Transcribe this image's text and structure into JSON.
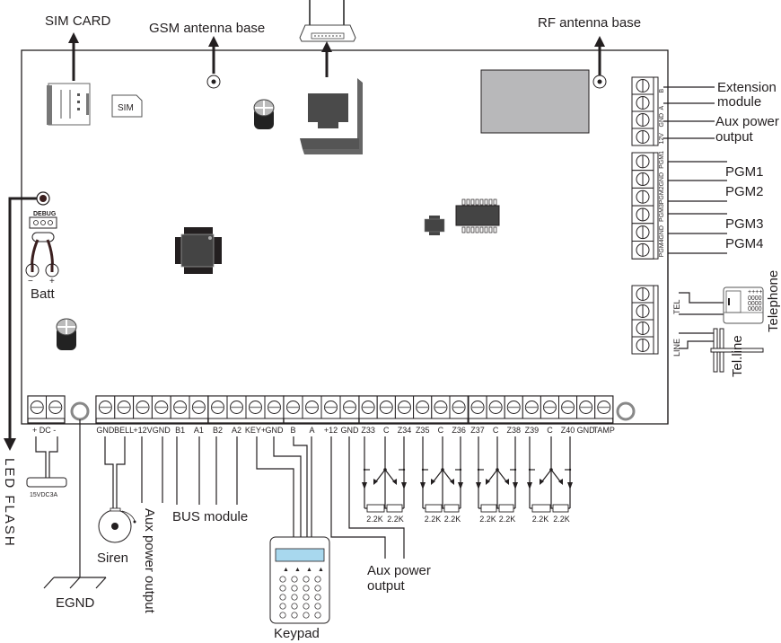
{
  "top_labels": {
    "sim_card": "SIM CARD",
    "gsm_antenna": "GSM antenna base",
    "rf_antenna": "RF antenna base"
  },
  "board": {
    "sim_tray_label": "SIM",
    "debug_label": "DEBUG",
    "batt_label": "Batt",
    "batt_minus": "−",
    "batt_plus": "+",
    "led_flash_label": "LED FLASH"
  },
  "right_terminals": {
    "top_block": [
      "B",
      "A",
      "GND",
      "12V"
    ],
    "pgm_block": [
      "PGM1",
      "GND",
      "PGM2",
      "PGM3",
      "GND",
      "PGM4"
    ],
    "tel_block_labels": [
      "TEL",
      "LINE"
    ]
  },
  "right_labels": {
    "extension_module": [
      "Extension",
      "module"
    ],
    "aux_power": [
      "Aux power",
      "output"
    ],
    "pgm": [
      "PGM1",
      "PGM2",
      "PGM3",
      "PGM4"
    ],
    "telephone": "Telephone",
    "tel_line": "Tel.line"
  },
  "bottom_terminals": {
    "dc_block": "+ DC -",
    "block1": [
      "GND",
      "BELL",
      "+12V",
      "GND",
      "B1",
      "A1"
    ],
    "block2": [
      "B2",
      "A2",
      "KEY+",
      "GND"
    ],
    "block3": [
      "B",
      "A",
      "+12",
      "GND"
    ],
    "block4": [
      "Z33",
      "C",
      "Z34",
      "Z35",
      "C",
      "Z36"
    ],
    "block5": [
      "Z37",
      "C",
      "Z38",
      "Z39",
      "C",
      "Z40",
      "GND",
      "TAMP"
    ]
  },
  "bottom_labels": {
    "power_supply": "15VDC3A",
    "egnd": "EGND",
    "siren": "Siren",
    "aux_power_vertical": "Aux power output",
    "bus_module": "BUS module",
    "keypad": "Keypad",
    "aux_power_bottom": [
      "Aux power",
      "output"
    ],
    "resistor_value": "2.2K"
  }
}
